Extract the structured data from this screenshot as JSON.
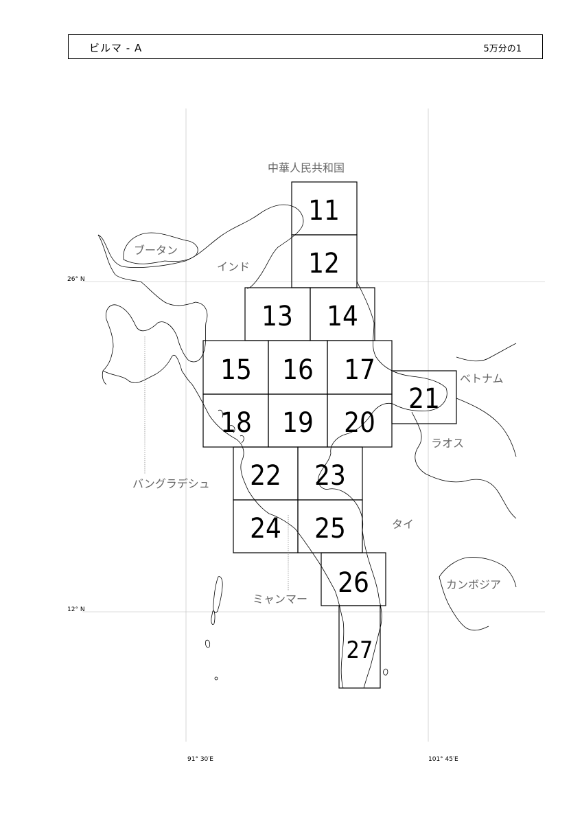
{
  "header": {
    "title": "ビルマ - A",
    "scale": "5万分の1"
  },
  "sheets": [
    {
      "id": "sheet-11",
      "label": "11"
    },
    {
      "id": "sheet-12",
      "label": "12"
    },
    {
      "id": "sheet-13",
      "label": "13"
    },
    {
      "id": "sheet-14",
      "label": "14"
    },
    {
      "id": "sheet-15",
      "label": "15"
    },
    {
      "id": "sheet-16",
      "label": "16"
    },
    {
      "id": "sheet-17",
      "label": "17"
    },
    {
      "id": "sheet-18",
      "label": "18"
    },
    {
      "id": "sheet-19",
      "label": "19"
    },
    {
      "id": "sheet-20",
      "label": "20"
    },
    {
      "id": "sheet-21",
      "label": "21"
    },
    {
      "id": "sheet-22",
      "label": "22"
    },
    {
      "id": "sheet-23",
      "label": "23"
    },
    {
      "id": "sheet-24",
      "label": "24"
    },
    {
      "id": "sheet-25",
      "label": "25"
    },
    {
      "id": "sheet-26",
      "label": "26"
    },
    {
      "id": "sheet-27",
      "label": "27"
    }
  ],
  "countries": {
    "china": "中華人民共和国",
    "bhutan": "ブータン",
    "india": "インド",
    "bangladesh": "バングラデシュ",
    "myanmar": "ミャンマー",
    "vietnam": "ベトナム",
    "laos": "ラオス",
    "thailand": "タイ",
    "cambodia": "カンボジア"
  },
  "coordinates": {
    "lat_north": "26° N",
    "lat_south": "12° N",
    "lon_west": "91° 30′E",
    "lon_east": "101° 45′E"
  }
}
